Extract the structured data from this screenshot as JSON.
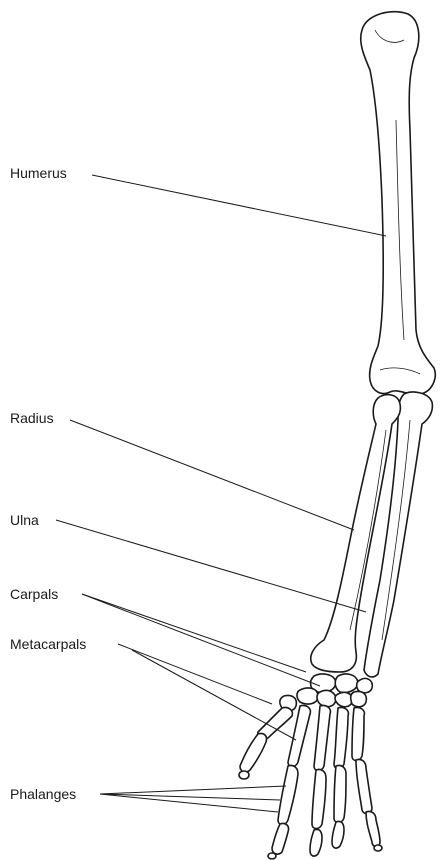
{
  "labels": {
    "humerus": "Humerus",
    "radius": "Radius",
    "ulna": "Ulna",
    "carpals": "Carpals",
    "metacarpals": "Metacarpals",
    "phalanges": "Phalanges"
  },
  "colors": {
    "line": "#1a1a1a",
    "bone_fill": "#ffffff",
    "background": "#ffffff"
  }
}
